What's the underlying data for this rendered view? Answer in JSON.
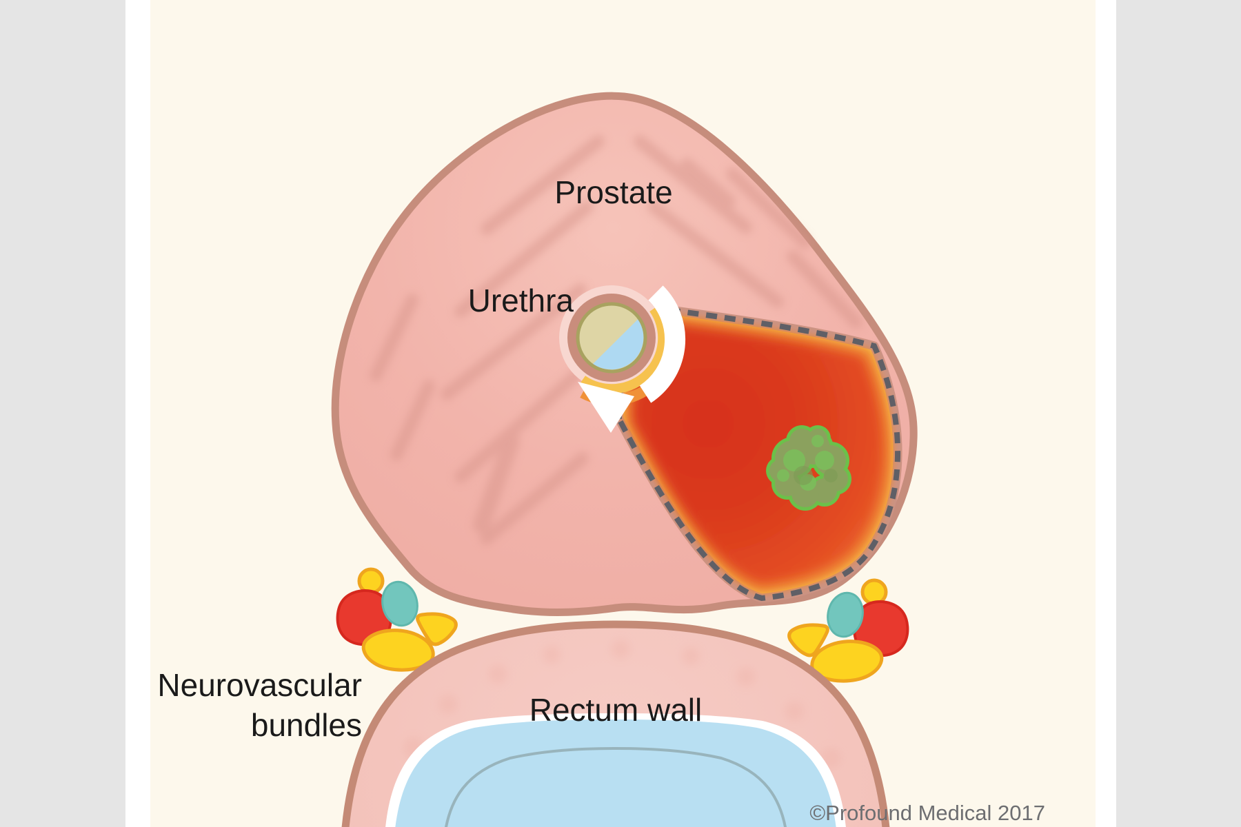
{
  "page": {
    "bg_side_color": "#e5e5e5",
    "bg_strip_color": "#ffffff",
    "panel_color": "#fdf8ec"
  },
  "labels": {
    "prostate": "Prostate",
    "urethra": "Urethra",
    "neurovascular_line1": "Neurovascular",
    "neurovascular_line2": "bundles",
    "rectum_wall": "Rectum wall"
  },
  "footer": {
    "copyright": "©Profound Medical 2017"
  },
  "colors": {
    "label_text": "#1a1a1a",
    "copyright_text": "#6d6e71",
    "prostate_fill": "#f2b6ad",
    "prostate_fill_light": "#f6c2b8",
    "prostate_stroke": "#c68d7c",
    "prostate_streak": "#d7948a",
    "ablation_rim_yellow": "#f7bd4d",
    "ablation_rim_orange": "#f09138",
    "ablation_red_deep": "#d7311a",
    "ablation_red_bright": "#ea5f2a",
    "ablation_border_dash": "#5f5f66",
    "ablation_border_mauve": "#cb9384",
    "tumor_outline": "#6cc04a",
    "tumor_fill": "#8ba15e",
    "tumor_blob_light": "#7cbd5b",
    "urethra_halo": "#f8d7d0",
    "urethra_ring": "#c98d7c",
    "catheter_ring": "#a8a260",
    "catheter_fill": "#ded5a5",
    "urethra_fluid": "#aed9f2",
    "rotation_arrow": "#ffffff",
    "nvb_yellow": "#fdd320",
    "nvb_yellow_stroke": "#efa51e",
    "nvb_red": "#e8392e",
    "nvb_red_stroke": "#d6281e",
    "nvb_teal": "#72c6bd",
    "nvb_teal_stroke": "#5fb7ad",
    "rectum_fill": "#f5c8c1",
    "rectum_stroke": "#c48a76",
    "rectum_lumen_blue": "#b8dff2",
    "rectum_inner_line": "#98b4bc"
  }
}
